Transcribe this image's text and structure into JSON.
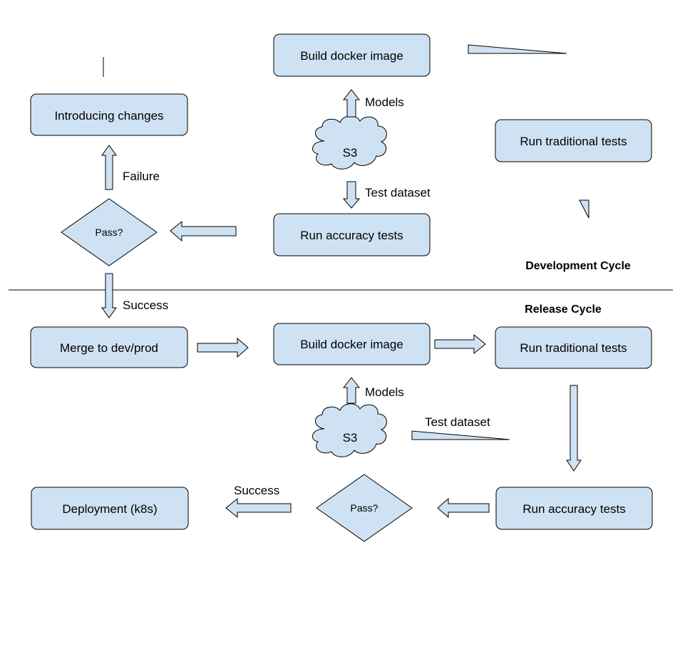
{
  "top": {
    "build_docker": "Build docker image",
    "introducing_changes": "Introducing changes",
    "run_traditional": "Run traditional tests",
    "s3": "S3",
    "models": "Models",
    "test_dataset": "Test dataset",
    "pass": "Pass?",
    "failure": "Failure",
    "run_accuracy": "Run accuracy tests",
    "cycle_title": "Development Cycle",
    "success": "Success"
  },
  "bottom": {
    "cycle_title": "Release Cycle",
    "merge": "Merge to dev/prod",
    "build_docker": "Build docker image",
    "run_traditional": "Run traditional tests",
    "models": "Models",
    "s3": "S3",
    "test_dataset": "Test dataset",
    "success": "Success",
    "deployment": "Deployment (k8s)",
    "pass": "Pass?",
    "run_accuracy": "Run accuracy tests"
  },
  "colors": {
    "fill": "#cfe2f3",
    "stroke": "#000000"
  }
}
